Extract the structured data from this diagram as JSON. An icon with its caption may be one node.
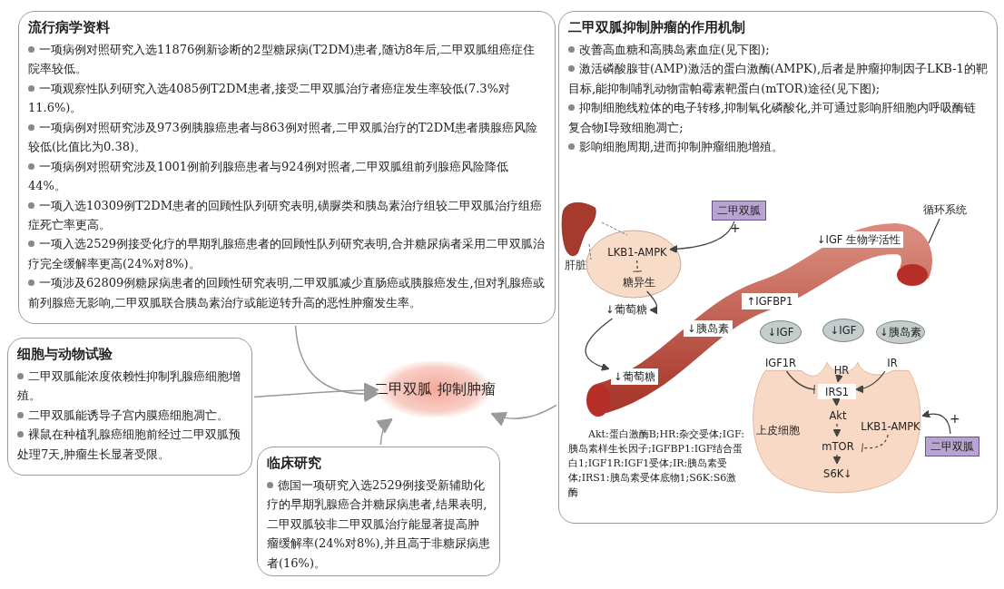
{
  "diagram": {
    "nodes": [
      {
        "text": [
          "二甲双胍 抑制肿瘤"
        ]
      },
      {
        "text": [
          "流行病学资料",
          "一项病例对照研究入选11876例新诊断的2型糖尿病(T2DM)患者,随访8年后,二甲双胍组癌症住院率较低。",
          "一项观察性队列研究入选4085例T2DM患者,接受二甲双胍治疗者癌症发生率较低(7.3%对11.6%)。",
          "一项病例对照研究涉及973例胰腺癌患者与863例对照者,二甲双胍治疗的T2DM患者胰腺癌风险较低(比值比为0.38)。",
          "一项病例对照研究涉及1001例前列腺癌患者与924例对照者,二甲双胍组前列腺癌风险降低44%。",
          "一项入选10309例T2DM患者的回顾性队列研究表明,磺脲类和胰岛素治疗组较二甲双胍治疗组癌症死亡率更高。",
          "一项入选2529例接受化疗的早期乳腺癌患者的回顾性队列研究表明,合并糖尿病者采用二甲双胍治疗完全缓解率更高(24%对8%)。",
          "一项涉及62809例糖尿病患者的回顾性研究表明,二甲双胍减少直肠癌或胰腺癌发生,但对乳腺癌或前列腺癌无影响,二甲双胍联合胰岛素治疗或能逆转升高的恶性肿瘤发生率。"
        ]
      },
      {
        "text": [
          "细胞与动物试验",
          "二甲双胍能浓度依赖性抑制乳腺癌细胞增殖。",
          "二甲双胍能诱导子宫内膜癌细胞凋亡。",
          "裸鼠在种植乳腺癌细胞前经过二甲双胍预处理7天,肿瘤生长显著受限。"
        ]
      },
      {
        "text": [
          "临床研究",
          "德国一项研究入选2529例接受新辅助化疗的早期乳腺癌合并糖尿病患者,结果表明,二甲双胍较非二甲双胍治疗能显著提高肿瘤缓解率(24%对8%),并且高于非糖尿病患者(16%)。"
        ]
      },
      {
        "text": [
          "二甲双胍抑制肿瘤的作用机制",
          "改善高血糖和高胰岛素血症(见下图);",
          "激活磷酸腺苷(AMP)激活的蛋白激酶(AMPK),后者是肿瘤抑制因子LKB-1的靶目标,能抑制哺乳动物雷帕霉素靶蛋白(mTOR)途径(见下图);",
          "抑制细胞线粒体的电子转移,抑制氧化磷酸化,并可通过影响肝细胞内呼吸酶链复合物Ⅰ导致细胞凋亡;",
          "影响细胞周期,进而抑制肿瘤细胞增殖。"
        ]
      },
      {
        "text": [
          "肝脏"
        ],
        "in": 4
      },
      {
        "text": [
          "LKB1-AMPK"
        ],
        "in": 4
      },
      {
        "text": [
          "糖异生"
        ],
        "in": 4
      },
      {
        "text": [
          "二甲双胍"
        ],
        "in": 4
      },
      {
        "text": [
          "↓葡萄糖"
        ],
        "in": 4
      },
      {
        "text": [
          "循环系统"
        ],
        "in": 4
      },
      {
        "text": [
          "↓IGF 生物学活性"
        ],
        "in": 4
      },
      {
        "text": [
          "↑IGFBP1"
        ],
        "in": 4
      },
      {
        "text": [
          "↓胰岛素"
        ],
        "in": 4
      },
      {
        "text": [
          "↓葡萄糖"
        ],
        "in": 4
      },
      {
        "text": [
          "上皮细胞"
        ],
        "in": 4
      },
      {
        "text": [
          "↓IGF"
        ],
        "in": 4
      },
      {
        "text": [
          "↓IGF"
        ],
        "in": 4
      },
      {
        "text": [
          "↓胰岛素"
        ],
        "in": 4
      },
      {
        "text": [
          "IGF1R"
        ],
        "in": 15
      },
      {
        "text": [
          "HR"
        ],
        "in": 15
      },
      {
        "text": [
          "IR"
        ],
        "in": 15
      },
      {
        "text": [
          "IRS1"
        ],
        "in": 15
      },
      {
        "text": [
          "Akt"
        ],
        "in": 15
      },
      {
        "text": [
          "LKB1-AMPK"
        ],
        "in": 15
      },
      {
        "text": [
          "mTOR"
        ],
        "in": 15
      },
      {
        "text": [
          "S6K↓"
        ],
        "in": 15
      },
      {
        "text": [
          "二甲双胍"
        ],
        "in": 4
      }
    ],
    "edges": [
      {
        "from": 1,
        "to": 0,
        "arrow": "to"
      },
      {
        "from": 2,
        "to": 0,
        "arrow": "to"
      },
      {
        "from": 3,
        "to": 0,
        "arrow": "to"
      },
      {
        "from": 4,
        "to": 0,
        "arrow": "to"
      },
      {
        "from": 8,
        "to": 6,
        "arrow": "to",
        "label": "+"
      },
      {
        "from": 6,
        "to": 7,
        "arrow": "other",
        "style": "dashed"
      },
      {
        "from": 7,
        "to": 9,
        "arrow": "to"
      },
      {
        "from": 9,
        "to": 14,
        "arrow": "to"
      },
      {
        "from": 19,
        "to": 22,
        "arrow": "other"
      },
      {
        "from": 20,
        "to": 22,
        "arrow": "to"
      },
      {
        "from": 21,
        "to": 22,
        "arrow": "to"
      },
      {
        "from": 22,
        "to": 23,
        "arrow": "to"
      },
      {
        "from": 23,
        "to": 25,
        "arrow": "to",
        "style": "dashed"
      },
      {
        "from": 24,
        "to": 25,
        "arrow": "other",
        "style": "dashed"
      },
      {
        "from": 25,
        "to": 26,
        "arrow": "to"
      },
      {
        "from": 27,
        "to": 24,
        "arrow": "to",
        "label": "+"
      },
      {
        "from": 10,
        "to": null,
        "arrow": "none"
      }
    ],
    "labels": [
      "Akt:蛋白激酶B;HR:杂交受体;IGF:胰岛素样生长因子;IGFBP1:IGF结合蛋白1;IGF1R:IGF1受体;IR:胰岛素受体;IRS1:胰岛素受体底物1;S6K:S6激酶"
    ]
  }
}
